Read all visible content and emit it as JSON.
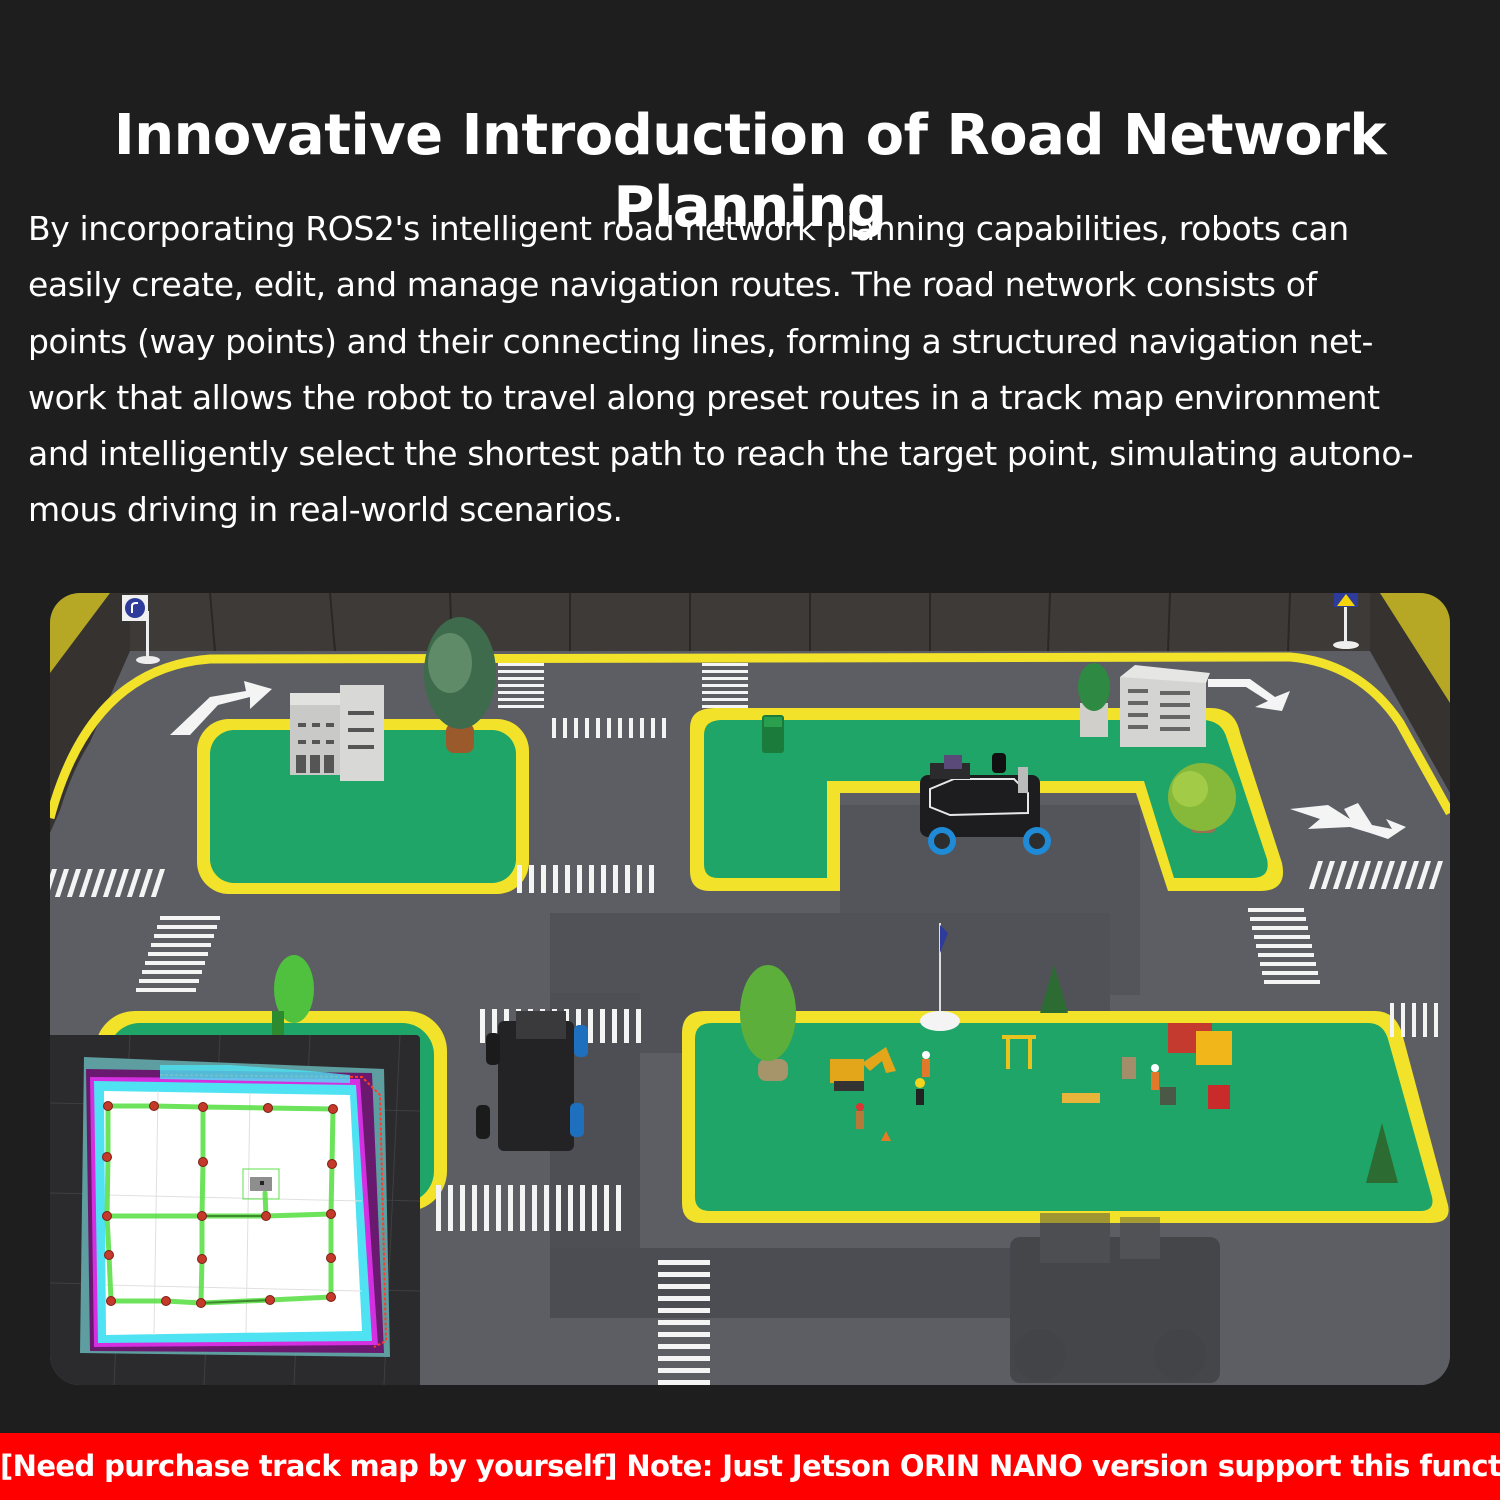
{
  "header": {
    "title": "Innovative Introduction of Road Network Planning"
  },
  "description": {
    "lines": [
      "By incorporating ROS2's intelligent road network planning capabilities, robots can",
      "easily create, edit, and manage navigation routes. The road network consists of",
      "points (way points) and their connecting lines, forming a structured navigation net-",
      "work that allows the robot to travel along preset routes in a track map environment",
      "and intelligently select the shortest path to reach the target point, simulating autono-",
      "mous driving in real-world scenarios."
    ]
  },
  "photo": {
    "subject": "track-map-with-robot-cars",
    "colors": {
      "road": "#5b5d63",
      "grass": "#1ea567",
      "lane_border": "#f5e52a",
      "wall": "#3b3836",
      "crosswalk": "#ffffff"
    },
    "icons": [
      "turn-right-sign-icon",
      "pedestrian-warning-sign-icon",
      "turn-arrow-icon",
      "robot-car-icon"
    ]
  },
  "map_inset": {
    "subject": "rviz-road-network-map",
    "colors": {
      "background": "#2b2b2d",
      "free_space": "#ffffff",
      "costmap_inflation": "#49e2f0",
      "obstacle": "#d22fe0",
      "route_line": "#5de04a",
      "waypoint": "#c4392a"
    },
    "waypoint_columns": 5,
    "waypoint_rows": 5
  },
  "footer": {
    "note": "[Need purchase track map by yourself] Note: Just Jetson ORIN NANO version support this function."
  }
}
